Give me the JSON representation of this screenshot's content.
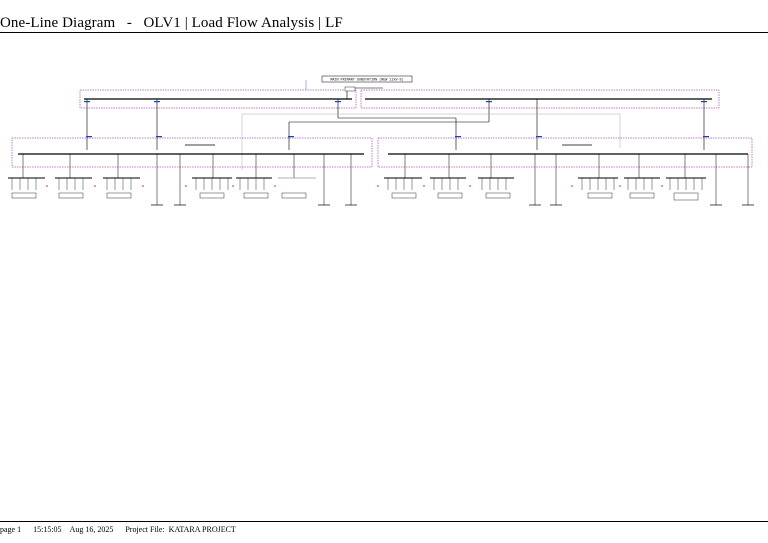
{
  "header": {
    "title": "One-Line Diagram   -   OLV1 | Load Flow Analysis | LF"
  },
  "diagram": {
    "source_label": "MAIN PRIMARY SUBSTATION (NEW 11kV-S)",
    "colors": {
      "line": "#000000",
      "panel_border": "#8b008b",
      "label": "#1a3fbf",
      "alert": "#d62020",
      "cable": "#999999"
    }
  },
  "footer": {
    "page": "page 1",
    "time": "15:15:05",
    "date": "Aug 16, 2025",
    "project": "Project File:  KATARA PROJECT"
  }
}
